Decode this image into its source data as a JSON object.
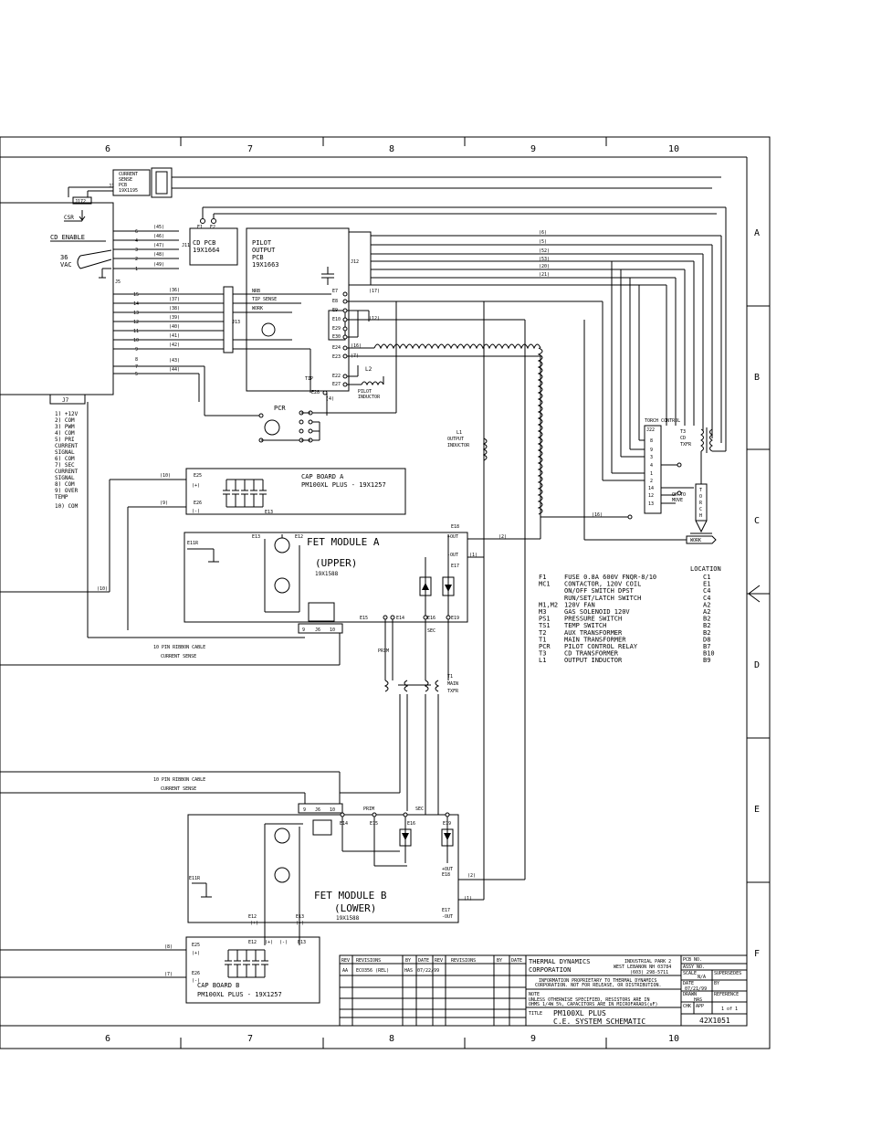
{
  "frame": {
    "columns": [
      "6",
      "7",
      "8",
      "9",
      "10"
    ],
    "rows": [
      "A",
      "B",
      "C",
      "D",
      "E",
      "F"
    ]
  },
  "current_sense": {
    "lines": [
      "CURRENT",
      "SENSE",
      "PCB",
      "19X1195"
    ],
    "j_label": "J1",
    "j_sub": "J1B"
  },
  "j172": "J172",
  "csr": "CSR",
  "cd_enable": "CD ENABLE",
  "vac": [
    "36",
    "VAC"
  ],
  "j5": "J5",
  "j7": "J7",
  "j7_pins": [
    "1) +12V",
    "2) COM",
    "3) PWM",
    "4) COM",
    "5) PRI",
    "CURRENT",
    "SIGNAL",
    "6) COM",
    "7) SEC",
    "CURRENT",
    "SIGNAL",
    "8) COM",
    "9) OVER",
    "TEMP",
    "10) COM"
  ],
  "wires_top": [
    "(45)",
    "(46)",
    "(47)",
    "(48)",
    "(49)"
  ],
  "wires_mid": [
    "(36)",
    "(37)",
    "(38)",
    "(39)",
    "(40)",
    "(41)",
    "(42)",
    "(43)",
    "(44)"
  ],
  "pins_top": [
    "6",
    "4",
    "3",
    "2",
    "1"
  ],
  "pins_mid": [
    "15",
    "14",
    "13",
    "12",
    "11",
    "10",
    "9",
    "8",
    "7",
    "5"
  ],
  "cd_pcb": {
    "lines": [
      "CD PCB",
      "19X1664"
    ],
    "j": "J11",
    "e1": "E1",
    "e2": "E2"
  },
  "pilot": {
    "lines": [
      "PILOT",
      "OUTPUT",
      "PCB",
      "19X1663"
    ],
    "j": "J12"
  },
  "j12_wires": [
    "(6)",
    "(5)",
    "(52)",
    "(53)",
    "(20)",
    "(21)",
    "(17)"
  ],
  "j13": {
    "label": "J13",
    "nrb": "NRB",
    "tip": "TIP SENSE",
    "work": "WORK"
  },
  "e_labels": [
    "E7",
    "E8",
    "E9",
    "E10",
    "E29",
    "E30",
    "E24",
    "E23",
    "E22",
    "E27",
    "E28"
  ],
  "tip": "TIP",
  "l2": {
    "label": "L2",
    "sub": [
      "PILOT",
      "INDUCTOR"
    ]
  },
  "wire_12": "(12)",
  "wire_16": "(16)",
  "wire_7": "(7)",
  "wire_4": "(4)",
  "pcr": "PCR",
  "l1": [
    "L1",
    "OUTPUT",
    "INDUCTOR"
  ],
  "torch_control": "TORCH CONTROL",
  "j22": "J22",
  "j22_pins": [
    "8",
    "9",
    "3",
    "4",
    "1",
    "2",
    "14",
    "12",
    "13"
  ],
  "t3": [
    "T3",
    "CD",
    "TXFR"
  ],
  "ok_to_move": [
    "OK TO",
    "MOVE"
  ],
  "torch": [
    "T",
    "O",
    "R",
    "C",
    "H"
  ],
  "work_box": "WORK",
  "wire_16b": "(16)",
  "cap_a": {
    "title": "CAP BOARD A",
    "pn": "PM100XL PLUS - 19X1257",
    "e25": "E25",
    "e26": "E26",
    "e13": "E13",
    "plus": "(+)",
    "minus": "(-)",
    "w10": "(10)",
    "w9": "(9)"
  },
  "fet_a": {
    "title": "FET MODULE A",
    "sub": "(UPPER)",
    "pn": "19X1588",
    "e11r": "E11R",
    "e13": "E13",
    "e12": "E12",
    "e14": "E14",
    "e15": "E15",
    "e16": "E16",
    "e17": "E17",
    "e18": "E18",
    "e19": "E19",
    "plus_out": "+OUT",
    "minus_out": "-OUT",
    "sec": "SEC",
    "j6": [
      "9",
      "J6",
      "10"
    ],
    "w2": "(2)",
    "w1": "(1)"
  },
  "ribbon_a": [
    "10 PIN RIBBON CABLE",
    "CURRENT SENSE"
  ],
  "wire_10a": "(10)",
  "prim_a": "PRIM",
  "t1": [
    "T1",
    "MAIN",
    "TXFR"
  ],
  "location_header": "LOCATION",
  "legend": [
    {
      "code": "F1",
      "desc": "FUSE 0.8A 600V FNQR-8/10",
      "loc": "C1"
    },
    {
      "code": "MC1",
      "desc": "CONTACTOR, 120V COIL",
      "loc": "E1"
    },
    {
      "code": "",
      "desc": "ON/OFF SWITCH DPST",
      "loc": "C4"
    },
    {
      "code": "",
      "desc": "RUN/SET/LATCH SWITCH",
      "loc": "C4"
    },
    {
      "code": "M1,M2",
      "desc": "120V FAN",
      "loc": "A2"
    },
    {
      "code": "M3",
      "desc": "GAS SOLENOID 120V",
      "loc": "A2"
    },
    {
      "code": "PS1",
      "desc": "PRESSURE SWITCH",
      "loc": "B2"
    },
    {
      "code": "TS1",
      "desc": "TEMP SWITCH",
      "loc": "B2"
    },
    {
      "code": "T2",
      "desc": "AUX TRANSFORMER",
      "loc": "B2"
    },
    {
      "code": "T1",
      "desc": "MAIN TRANSFORMER",
      "loc": "D8"
    },
    {
      "code": "PCR",
      "desc": "PILOT CONTROL RELAY",
      "loc": "B7"
    },
    {
      "code": "T3",
      "desc": "CD TRANSFORMER",
      "loc": "B10"
    },
    {
      "code": "L1",
      "desc": "OUTPUT INDUCTOR",
      "loc": "B9"
    }
  ],
  "ribbon_b": [
    "10 PIN RIBBON CABLE",
    "CURRENT SENSE"
  ],
  "prim_b": "PRIM",
  "sec_b": "SEC",
  "fet_b": {
    "title": "FET MODULE B",
    "sub": "(LOWER)",
    "pn": "19X1588",
    "e11r": "E11R",
    "e12": "E12",
    "e13": "E13",
    "e14": "E14",
    "e15": "E15",
    "e16": "E16",
    "e19": "E19",
    "e17": "E17",
    "plus_out": "+OUT",
    "e18": "E18",
    "minus_out": "-OUT",
    "j6": [
      "9",
      "J6",
      "10"
    ],
    "w2": "(2)",
    "w1": "(1)",
    "plus": "(+)",
    "minus": "(-)"
  },
  "cap_b": {
    "title": "CAP BOARD B",
    "pn": "PM100XL PLUS - 19X1257",
    "e25": "E25",
    "e26": "E26",
    "e12": "E12",
    "e13": "E13",
    "plus": "(+)",
    "minus": "(-)",
    "w8": "(8)",
    "w7": "(7)"
  },
  "revisions": {
    "headers": [
      "REV",
      "REVISIONS",
      "BY",
      "DATE",
      "REV",
      "REVISIONS",
      "BY",
      "DATE"
    ],
    "row": [
      "AA",
      "ECO356 (REL)",
      "HAS",
      "07/22/99"
    ]
  },
  "title_block": {
    "company": [
      "THERMAL DYNAMICS",
      "CORPORATION"
    ],
    "addr": [
      "INDUSTRIAL PARK 2",
      "WEST LEBANON NH 03784",
      "(603) 298-5711"
    ],
    "notice": [
      "INFORMATION PROPRIETARY TO THERMAL DYNAMICS",
      "CORPORATION. NOT FOR RELEASE, OR DISTRIBUTION."
    ],
    "note_label": "NOTE",
    "note": [
      "UNLESS OTHERWISE SPECIFIED, RESISTORS ARE IN",
      "OHMS 1/4W 5%, CAPACITORS ARE IN MICROFARADS(uF)"
    ],
    "title_label": "TITLE",
    "title": [
      "PM100XL PLUS",
      "C.E. SYSTEM SCHEMATIC"
    ],
    "dwg": "42X1051",
    "fields": {
      "pcb_no": "PCB NO.",
      "assy_no": "ASSY NO.",
      "scale": "SCALE",
      "scale_val": "N/A",
      "supersedes": "SUPERSEDES",
      "date": "DATE",
      "date_val": "07/21/99",
      "by": "BY",
      "drawn": "DRAWN",
      "drawn_val": "HAS",
      "reference": "REFERENCE",
      "chk": "CHK",
      "app": "APP",
      "sheet": "1 of 1"
    }
  }
}
